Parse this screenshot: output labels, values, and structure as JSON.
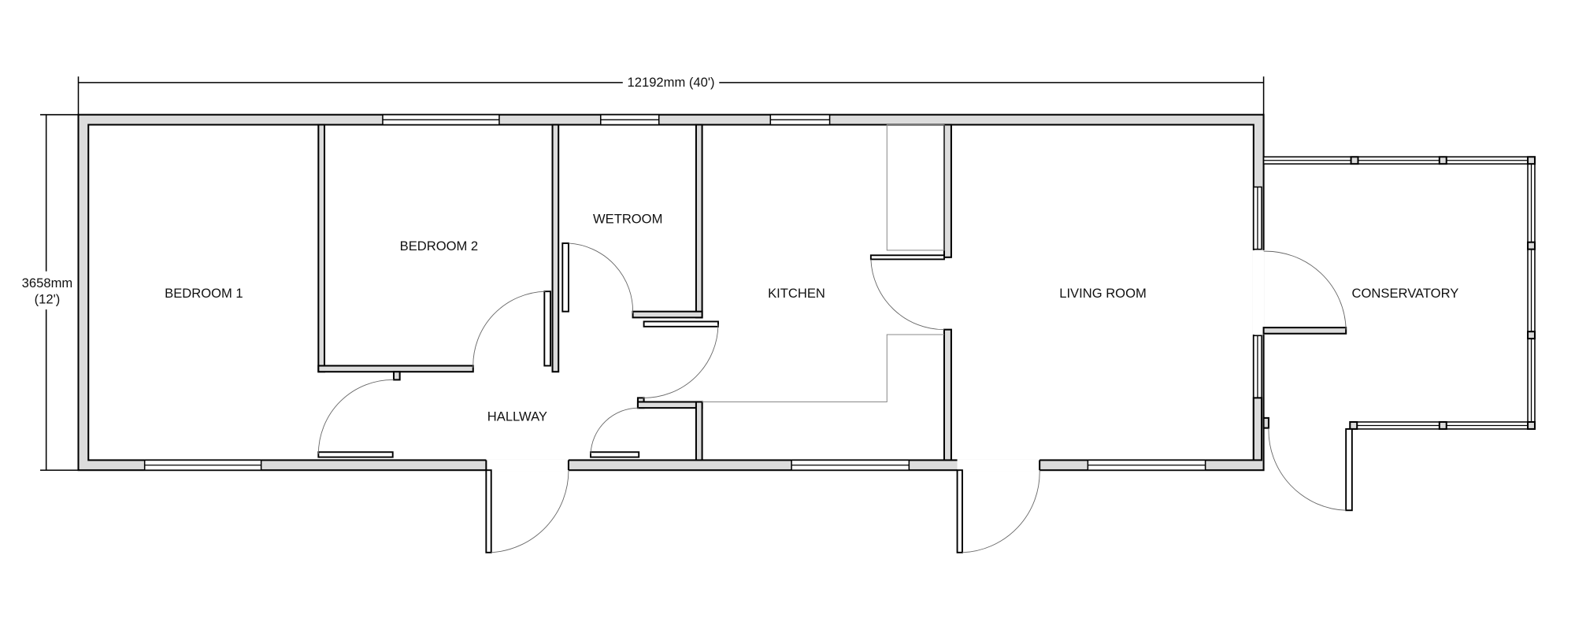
{
  "dimensions": {
    "width_label": "12192mm (40')",
    "height_label_mm": "3658mm",
    "height_label_ft": "(12')"
  },
  "rooms": {
    "bedroom1": "BEDROOM 1",
    "bedroom2": "BEDROOM 2",
    "wetroom": "WETROOM",
    "kitchen": "KITCHEN",
    "living_room": "LIVING ROOM",
    "conservatory": "CONSERVATORY",
    "hallway": "HALLWAY"
  }
}
